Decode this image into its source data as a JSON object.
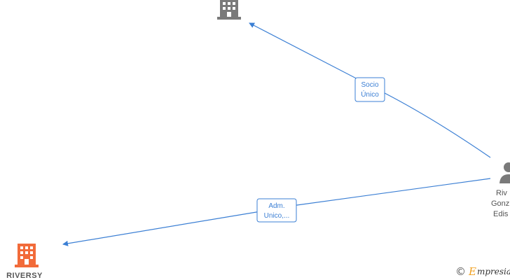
{
  "diagram": {
    "nodes": [
      {
        "id": "company-top",
        "kind": "building",
        "label": "",
        "color": "#7a7a7a"
      },
      {
        "id": "person",
        "kind": "person",
        "label_lines": [
          "Riv",
          "Gonz",
          "Edis"
        ],
        "color": "#7a7a7a"
      },
      {
        "id": "company-riversy",
        "kind": "building",
        "label": "RIVERSY",
        "color": "#f26b3a"
      }
    ],
    "edges": [
      {
        "from": "person",
        "to": "company-top",
        "label_lines": [
          "Socio",
          "Único"
        ]
      },
      {
        "from": "person",
        "to": "company-riversy",
        "label_lines": [
          "Adm.",
          "Unico,..."
        ]
      }
    ],
    "edge_color": "#3b7fd4"
  },
  "footer": {
    "copyright_symbol": "©",
    "brand_first_letter": "E",
    "brand_rest": "mpresia"
  }
}
